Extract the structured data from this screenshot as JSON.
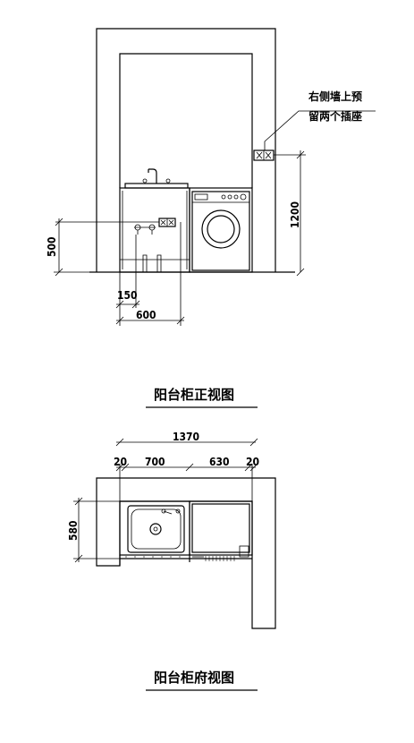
{
  "front_view": {
    "title": "阳台柜正视图",
    "note_line1": "右侧墙上预",
    "note_line2": "留两个插座",
    "dim_1200": "1200",
    "dim_500": "500",
    "dim_150": "150",
    "dim_600": "600"
  },
  "top_view": {
    "title": "阳台柜府视图",
    "dim_1370": "1370",
    "dim_20_left": "20",
    "dim_700": "700",
    "dim_630": "630",
    "dim_20_right": "20",
    "dim_580": "580"
  }
}
